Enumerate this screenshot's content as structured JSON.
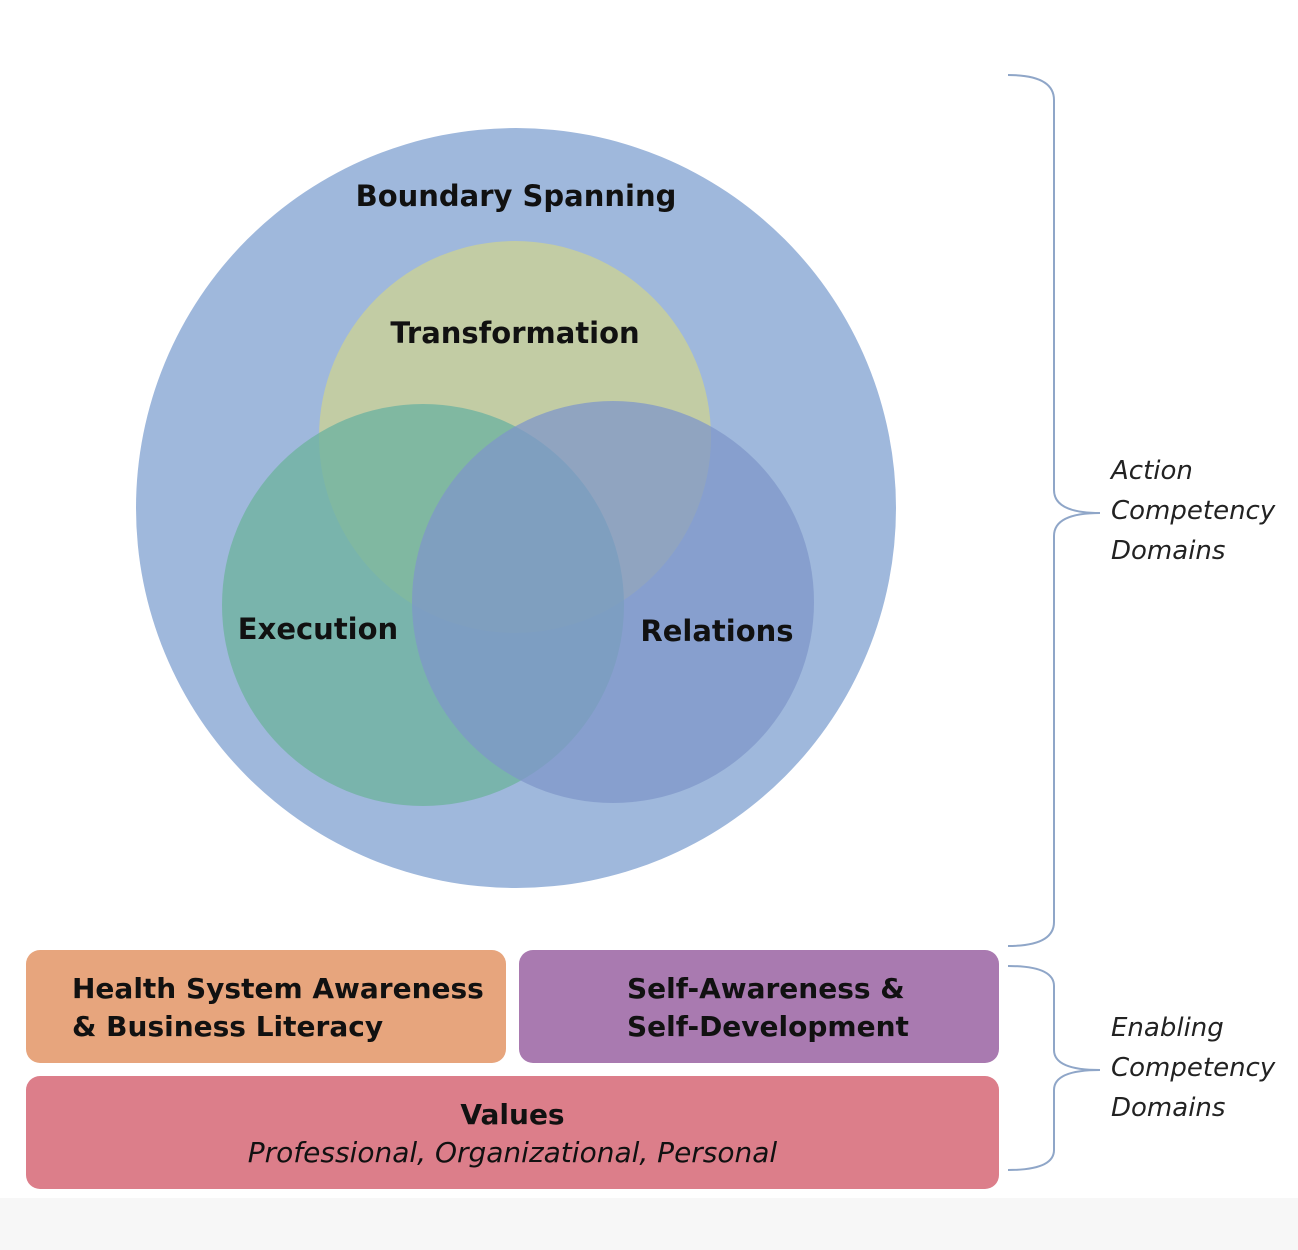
{
  "circles": {
    "outer_label": "Boundary Spanning",
    "top_label": "Transformation",
    "left_label": "Execution",
    "right_label": "Relations"
  },
  "boxes": {
    "health": {
      "line1": "Health System Awareness",
      "line2": "& Business Literacy"
    },
    "self": {
      "line1": "Self-Awareness &",
      "line2": "Self-Development"
    },
    "values": {
      "title": "Values",
      "subtitle": "Professional, Organizational, Personal"
    }
  },
  "braces": {
    "action": {
      "line1": "Action",
      "line2": "Competency",
      "line3": "Domains"
    },
    "enabling": {
      "line1": "Enabling",
      "line2": "Competency",
      "line3": "Domains"
    }
  },
  "colors": {
    "outer_circle": "#9fb8dc",
    "transformation": "#c8cf9a",
    "execution": "#6fb3a0",
    "relations": "#7f97c9",
    "health_box": "#e7a57d",
    "self_box": "#a97ab0",
    "values_box": "#dc7e8a",
    "brace": "#8fa6c8"
  }
}
